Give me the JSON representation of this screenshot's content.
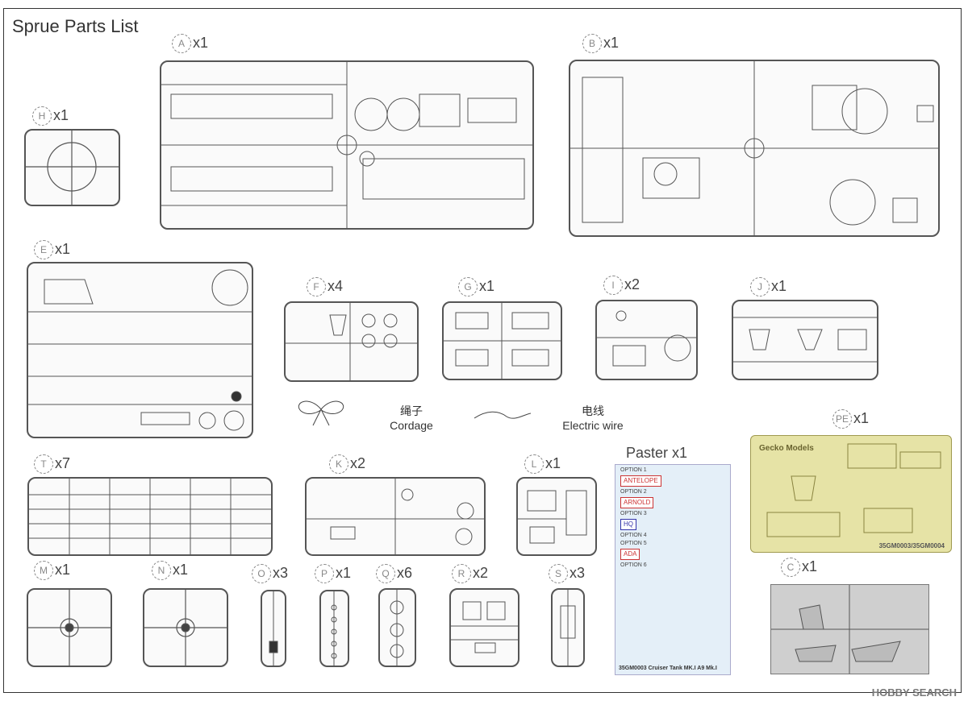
{
  "title": "Sprue Parts List",
  "sprues": [
    {
      "id": "A",
      "qty": "x1"
    },
    {
      "id": "B",
      "qty": "x1"
    },
    {
      "id": "H",
      "qty": "x1"
    },
    {
      "id": "E",
      "qty": "x1"
    },
    {
      "id": "F",
      "qty": "x4"
    },
    {
      "id": "G",
      "qty": "x1"
    },
    {
      "id": "I",
      "qty": "x2"
    },
    {
      "id": "J",
      "qty": "x1"
    },
    {
      "id": "T",
      "qty": "x7"
    },
    {
      "id": "K",
      "qty": "x2"
    },
    {
      "id": "L",
      "qty": "x1"
    },
    {
      "id": "M",
      "qty": "x1"
    },
    {
      "id": "N",
      "qty": "x1"
    },
    {
      "id": "O",
      "qty": "x3"
    },
    {
      "id": "P",
      "qty": "x1"
    },
    {
      "id": "Q",
      "qty": "x6"
    },
    {
      "id": "R",
      "qty": "x2"
    },
    {
      "id": "S",
      "qty": "x3"
    },
    {
      "id": "PE",
      "qty": "x1"
    },
    {
      "id": "C",
      "qty": "x1"
    }
  ],
  "cordage": {
    "cn": "绳子",
    "en": "Cordage"
  },
  "wire": {
    "cn": "电线",
    "en": "Electric wire"
  },
  "paster": {
    "label": "Paster",
    "qty": "x1",
    "options": [
      "OPTION 1",
      "OPTION 2",
      "OPTION 3",
      "OPTION 4",
      "OPTION 5",
      "OPTION 6"
    ],
    "names": [
      "ANTELOPE",
      "ARNOLD",
      "HQ",
      "ADA"
    ],
    "code": "35GM0003 Cruiser Tank MK.I A9 Mk.I"
  },
  "pe": {
    "logo": "Gecko Models",
    "code": "35GM0003/35GM0004"
  },
  "watermark": "HOBBY SEARCH"
}
